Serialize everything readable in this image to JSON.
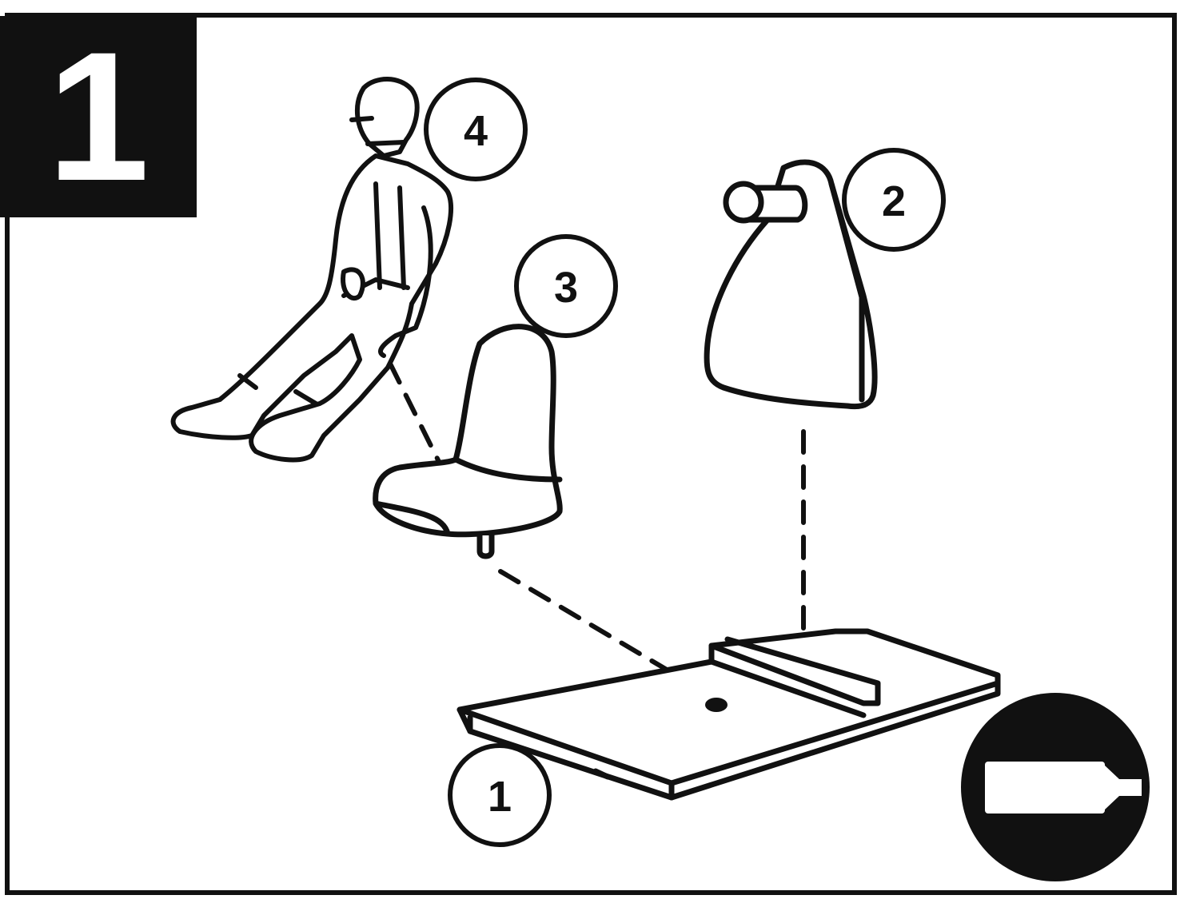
{
  "step_number": "1",
  "parts": [
    {
      "id": "part-1",
      "label": "1",
      "name": "floor-plate"
    },
    {
      "id": "part-2",
      "label": "2",
      "name": "seat-back"
    },
    {
      "id": "part-3",
      "label": "3",
      "name": "seat"
    },
    {
      "id": "part-4",
      "label": "4",
      "name": "pilot-figure"
    }
  ],
  "glue_icon": "glue-tube-icon",
  "colors": {
    "ink": "#111111",
    "paper": "#ffffff"
  }
}
